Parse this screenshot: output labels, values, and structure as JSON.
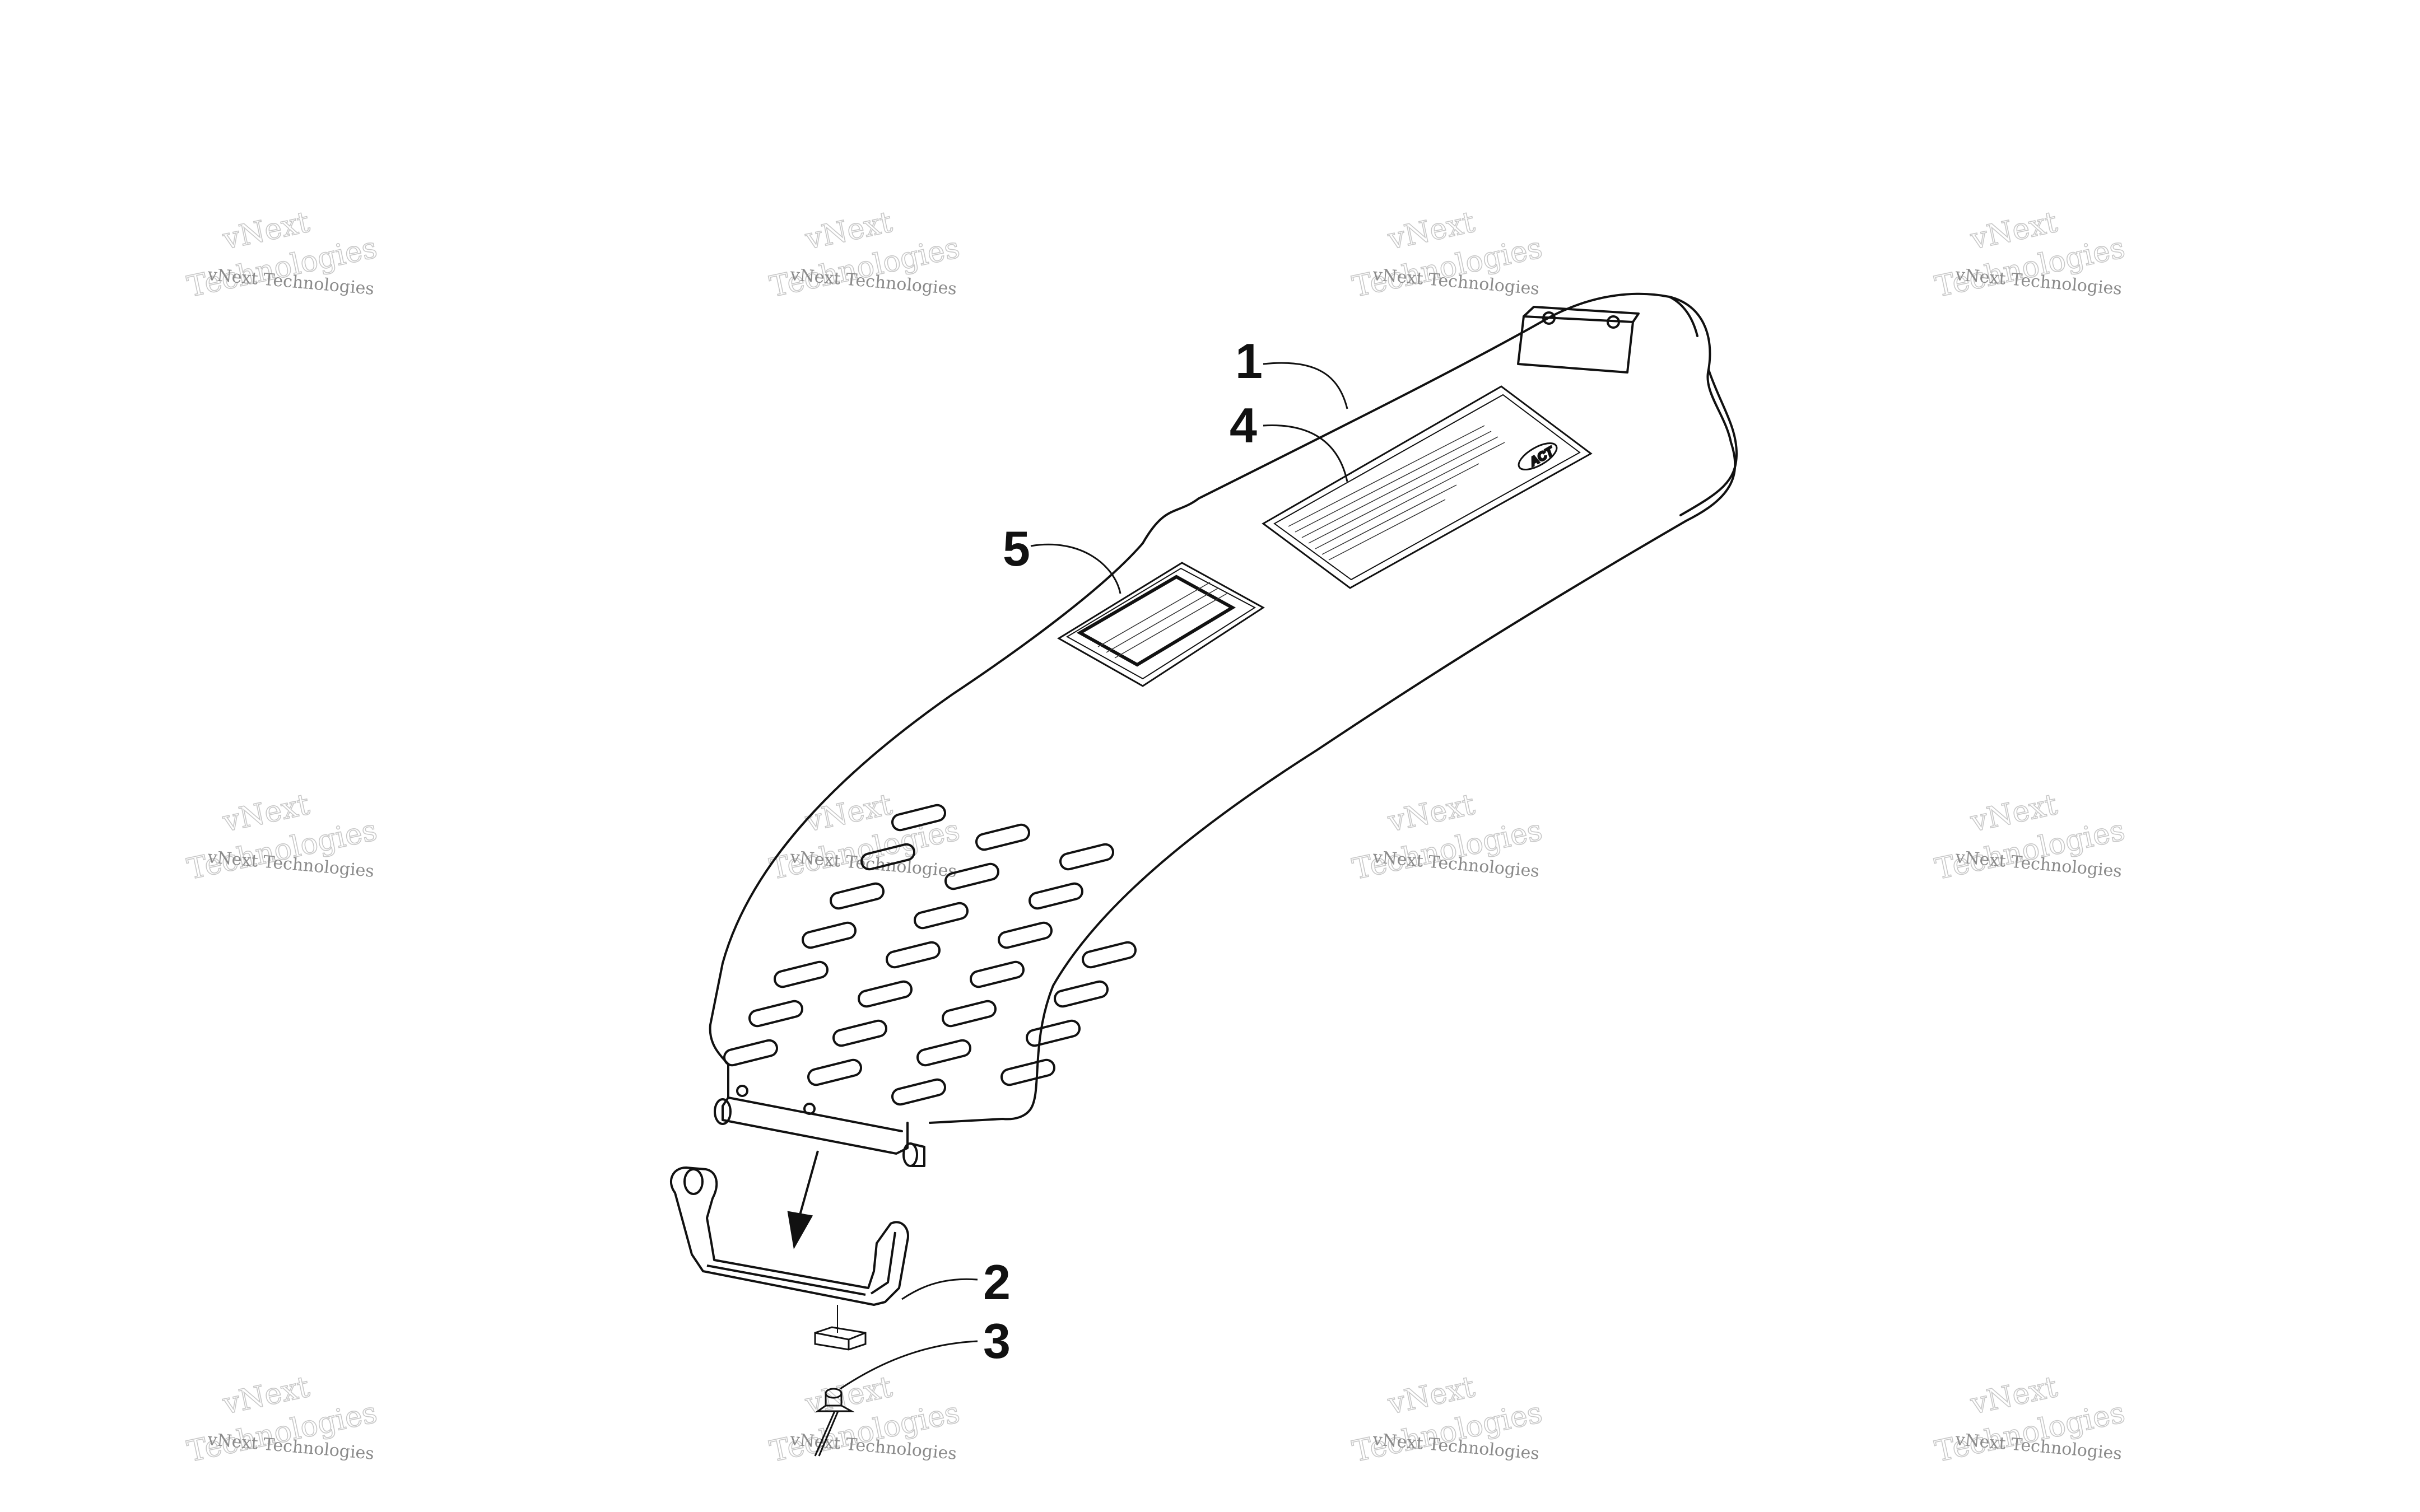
{
  "callouts": [
    {
      "number": "1",
      "part": "cover panel"
    },
    {
      "number": "2",
      "part": "bracket"
    },
    {
      "number": "3",
      "part": "rivet"
    },
    {
      "number": "4",
      "part": "decal"
    },
    {
      "number": "5",
      "part": "warning decal"
    }
  ],
  "watermark": {
    "line": "vNext Technologies",
    "big_top": "vNext",
    "big_bottom": "Technologies"
  },
  "decal_logo": "ACT",
  "colors": {
    "line": "#111111",
    "paper": "#ffffff",
    "watermark": "#8a8a8a"
  }
}
